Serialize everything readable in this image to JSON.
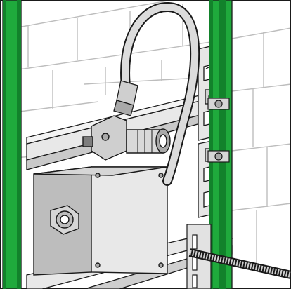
{
  "figure": {
    "kind": "technical-installation-illustration",
    "colors": {
      "frame_green": "#1faa3c",
      "frame_green_dark": "#12822b",
      "metal_light": "#eeeeee",
      "metal_mid": "#d6d6d6",
      "metal_dark": "#a9a9a9",
      "wall_line": "#bdbdbd",
      "outline": "#1a1a1a",
      "hose": "#d9d9d9"
    },
    "parts": [
      "left-frame-post",
      "right-frame-post",
      "brick-wall",
      "horizontal-rails",
      "mounting-brackets",
      "housing-box",
      "pipe-fitting",
      "flexible-hose",
      "corrugated-conduit"
    ]
  }
}
